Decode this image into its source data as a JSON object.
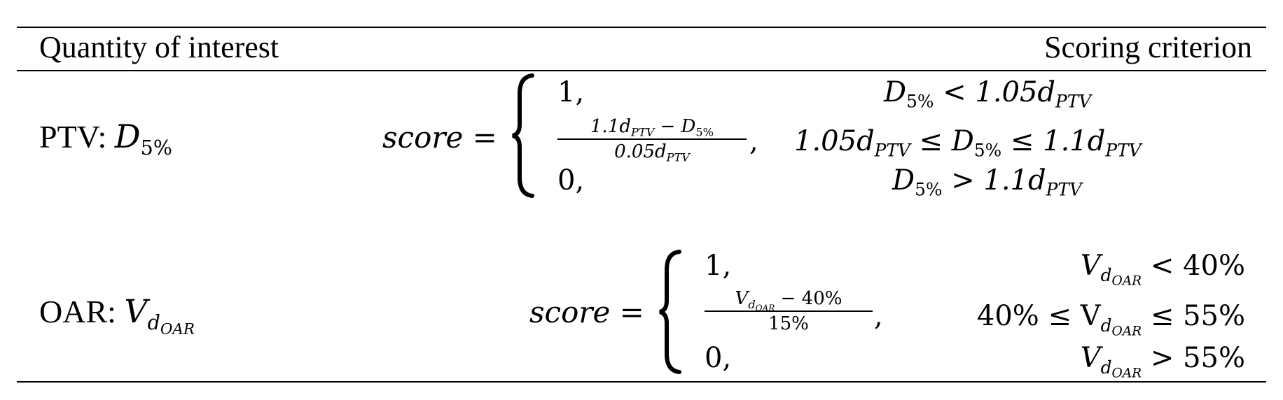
{
  "table": {
    "headers": {
      "quantity": "Quantity of interest",
      "criterion": "Scoring criterion"
    },
    "rows": [
      {
        "label_prefix": "PTV: ",
        "label_var": "D",
        "label_sub": "5%",
        "score_lhs": "score =",
        "cases": [
          {
            "value": "1,",
            "condition_left": "D",
            "condition_sub": "5%",
            "condition_rest": " < 1.05d",
            "condition_rest_sub": "PTV"
          },
          {
            "frac_num": "1.1d",
            "frac_num_sub": "PTV",
            "frac_num_rest": " − D",
            "frac_num_rest_sub": "5%",
            "frac_den": "0.05d",
            "frac_den_sub": "PTV",
            "value_suffix": ",",
            "condition_text": "1.05d",
            "condition_sub1": "PTV",
            "condition_mid": " ≤ D",
            "condition_sub2": "5%",
            "condition_mid2": " ≤ 1.1d",
            "condition_sub3": "PTV"
          },
          {
            "value": "0,",
            "condition_left": "D",
            "condition_sub": "5%",
            "condition_rest": " > 1.1d",
            "condition_rest_sub": "PTV"
          }
        ]
      },
      {
        "label_prefix": "OAR: ",
        "label_var": "V",
        "label_sub": "d",
        "label_subsub": "OAR",
        "score_lhs": "score =",
        "cases": [
          {
            "value": "1,",
            "condition_left": "V",
            "condition_sub": "d",
            "condition_subsub": "OAR",
            "condition_rest": " < 40%"
          },
          {
            "frac_num": "V",
            "frac_num_sub": "d",
            "frac_num_subsub": "OAR",
            "frac_num_rest": " − 40%",
            "frac_den": "15%",
            "value_suffix": ",",
            "condition_pre": "40% ≤ V",
            "condition_sub": "d",
            "condition_subsub": "OAR",
            "condition_rest": " ≤ 55%"
          },
          {
            "value": "0,",
            "condition_left": "V",
            "condition_sub": "d",
            "condition_subsub": "OAR",
            "condition_rest": " > 55%"
          }
        ]
      }
    ]
  }
}
